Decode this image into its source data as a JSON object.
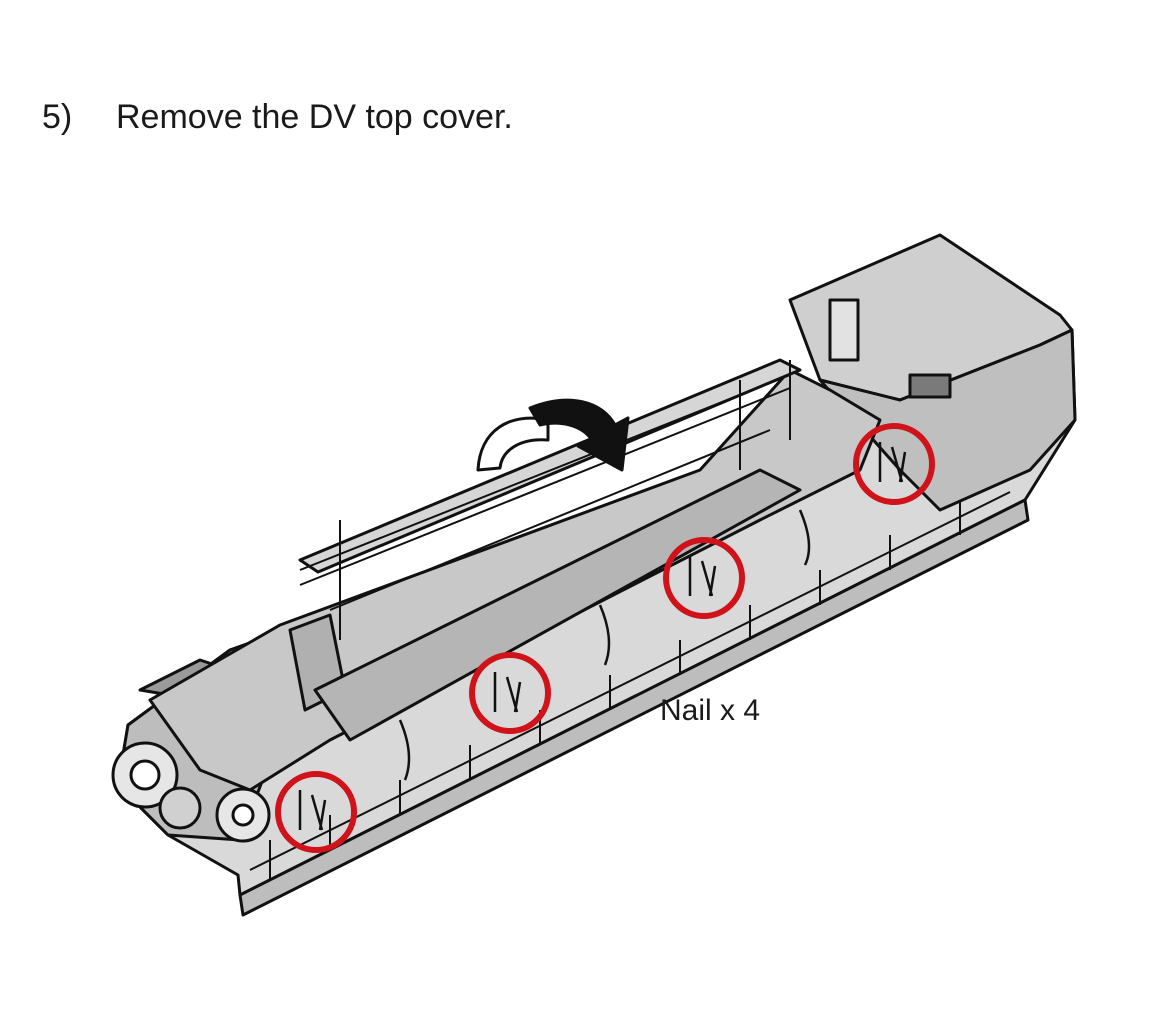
{
  "step": {
    "number": "5)",
    "instruction": "Remove the DV top cover."
  },
  "figure": {
    "callout": "Nail x 4",
    "highlight_color": "#d0121b",
    "cover_color": "#c8c8c8",
    "line_color": "#111111",
    "icons": [
      "rotate-arrow-icon",
      "nail-marker-icon"
    ]
  }
}
